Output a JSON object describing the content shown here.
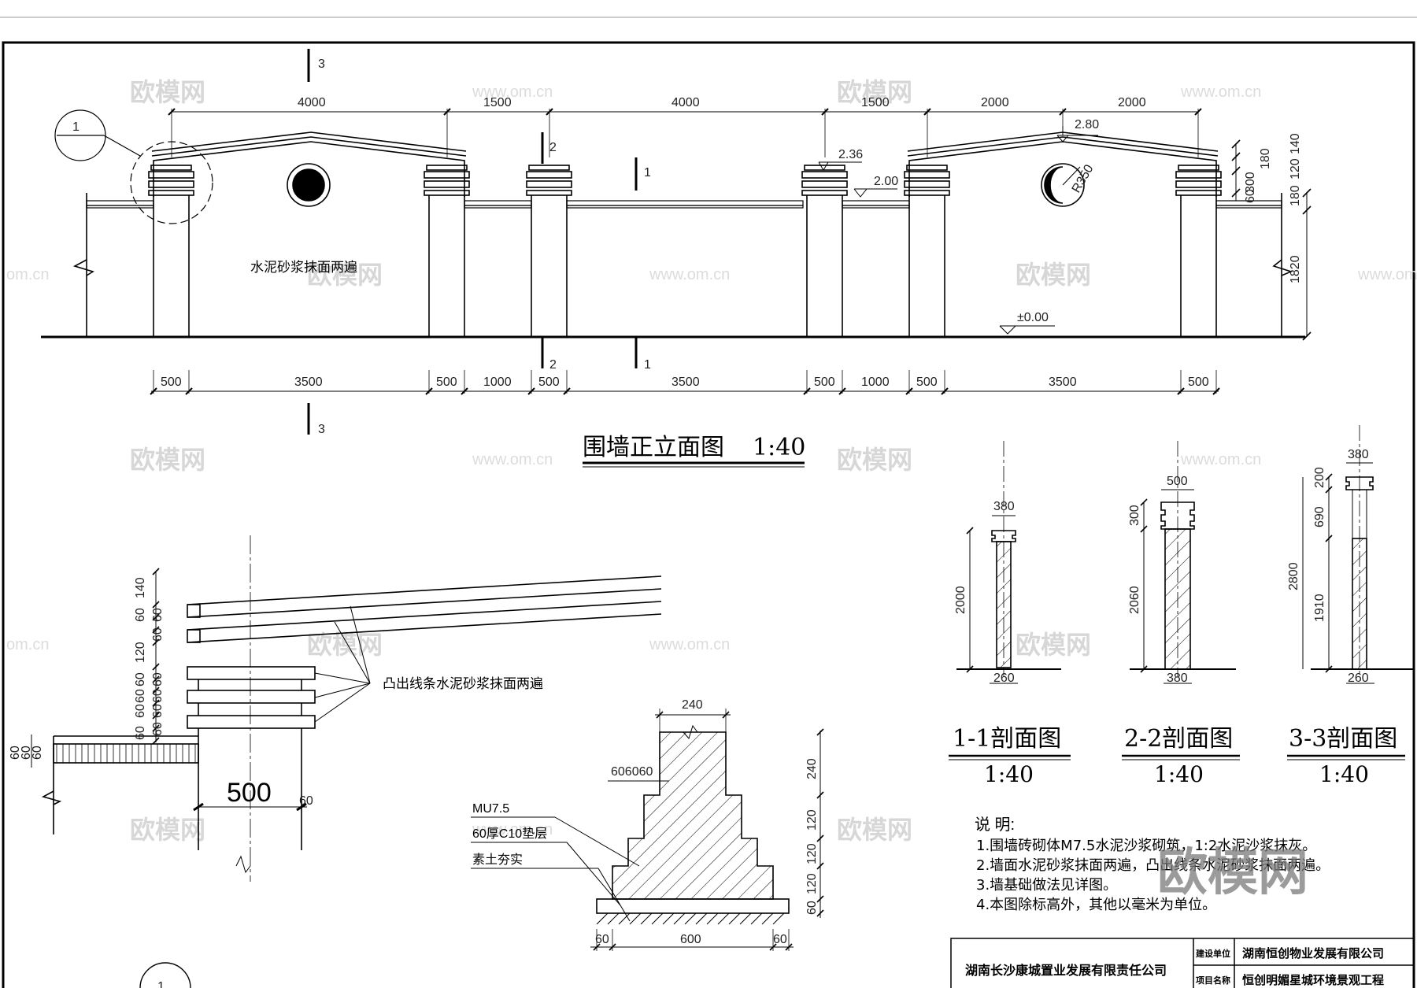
{
  "elevation": {
    "title": "围墙正立面图",
    "scale": "1:40",
    "top_dims": [
      "4000",
      "1500",
      "4000",
      "1500",
      "2000",
      "2000"
    ],
    "bottom_dims": [
      "500",
      "3500",
      "500",
      "1000",
      "500",
      "3500",
      "500",
      "1000",
      "500",
      "3500",
      "500"
    ],
    "wall_note": "水泥砂浆抹面两遍",
    "elev_236": "2.36",
    "elev_200": "2.00",
    "elev_280": "2.80",
    "elev_000": "±0.00",
    "radius": "R350",
    "right_dims": [
      "140",
      "120",
      "180",
      "300",
      "60",
      "180",
      "1820"
    ],
    "section_marks": [
      "3",
      "2",
      "1",
      "2",
      "1",
      "3"
    ],
    "detail_mark": "1"
  },
  "detail": {
    "note": "凸出线条水泥砂浆抹面两遍",
    "width": "500",
    "left_dims": [
      "140",
      "60",
      "60",
      "60",
      "120",
      "60",
      "60",
      "60",
      "60",
      "60",
      "60",
      "60",
      "60"
    ],
    "wall_dims": [
      "60",
      "60",
      "60"
    ],
    "small_dim": "60"
  },
  "foundation": {
    "labels": [
      "MU7.5",
      "60厚C10垫层",
      "素土夯实"
    ],
    "top_width": "240",
    "steps": "606060",
    "right_dims": [
      "240",
      "120",
      "120",
      "120",
      "60"
    ],
    "bottom_dims": [
      "60",
      "600",
      "60"
    ]
  },
  "sections": [
    {
      "title": "1-1剖面图",
      "scale": "1:40",
      "top": "380",
      "height": "2000",
      "base": "260"
    },
    {
      "title": "2-2剖面图",
      "scale": "1:40",
      "top": "500",
      "cap": "300",
      "height": "2060",
      "base": "380"
    },
    {
      "title": "3-3剖面图",
      "scale": "1:40",
      "top": "380",
      "cap": "200",
      "mid": "690",
      "total": "2800",
      "lower": "1910",
      "base": "260"
    }
  ],
  "notes": {
    "heading": "说 明:",
    "items": [
      "1.围墙砖砌体M7.5水泥沙浆砌筑，1:2水泥沙浆抹灰。",
      "2.墙面水泥砂浆抹面两遍，凸出线条水泥砂浆抹面两遍。",
      "3.墙基础做法见详图。",
      "4.本图除标高外，其他以毫米为单位。"
    ]
  },
  "title_block": {
    "designer": "湖南长沙康城置业发展有限责任公司",
    "client_label": "建设单位",
    "client": "湖南恒创物业发展有限公司",
    "project_label": "项目名称",
    "project": "恒创明媚星城环境景观工程"
  },
  "watermark": {
    "brand": "欧模网",
    "url": "www.om.cn",
    "url_short": "om.cn",
    "big": "欧模网"
  }
}
